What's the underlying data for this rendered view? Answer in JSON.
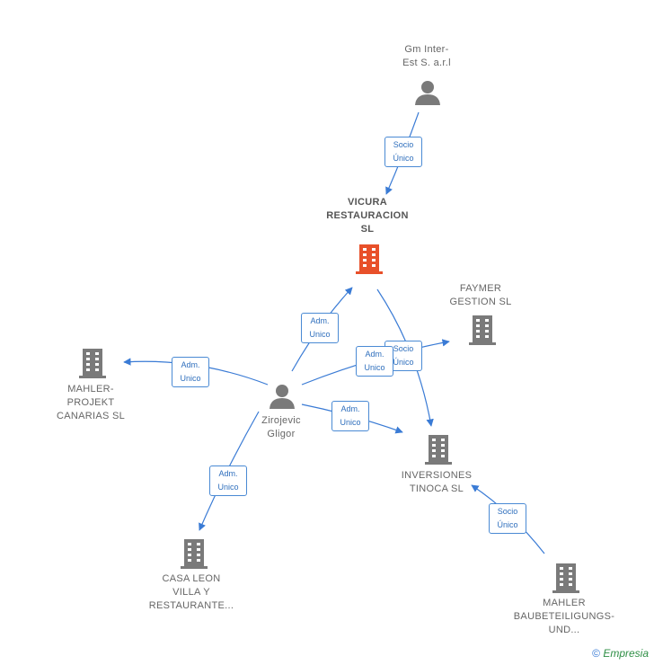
{
  "nodes": {
    "gm_inter": {
      "label_line1": "Gm Inter-",
      "label_line2": "Est S. a.r.l",
      "type": "person"
    },
    "vicura": {
      "label_line1": "VICURA",
      "label_line2": "RESTAURACION",
      "label_line3": "SL",
      "type": "company-highlight"
    },
    "faymer": {
      "label_line1": "FAYMER",
      "label_line2": "GESTION  SL",
      "type": "company"
    },
    "mahler_projekt": {
      "label_line1": "MAHLER-",
      "label_line2": "PROJEKT",
      "label_line3": "CANARIAS SL",
      "type": "company"
    },
    "zirojevic": {
      "label_line1": "Zirojevic",
      "label_line2": "Gligor",
      "type": "person"
    },
    "inversiones": {
      "label_line1": "INVERSIONES",
      "label_line2": "TINOCA SL",
      "type": "company"
    },
    "casa_leon": {
      "label_line1": "CASA LEON",
      "label_line2": "VILLA Y",
      "label_line3": "RESTAURANTE...",
      "type": "company"
    },
    "mahler_baub": {
      "label_line1": "MAHLER",
      "label_line2": "BAUBETEILIGUNGS-",
      "label_line3": "UND...",
      "type": "company"
    }
  },
  "edges": [
    {
      "id": "gm_to_vicura",
      "line1": "Socio",
      "line2": "Único"
    },
    {
      "id": "zir_to_vicura",
      "line1": "Adm.",
      "line2": "Unico"
    },
    {
      "id": "zir_to_faymer",
      "line1": "Adm.",
      "line2": "Unico"
    },
    {
      "id": "vicura_to_inversiones",
      "line1": "Socio",
      "line2": "Único"
    },
    {
      "id": "zir_to_mahler_projekt",
      "line1": "Adm.",
      "line2": "Unico"
    },
    {
      "id": "zir_to_inversiones",
      "line1": "Adm.",
      "line2": "Unico"
    },
    {
      "id": "zir_to_casa_leon",
      "line1": "Adm.",
      "line2": "Unico"
    },
    {
      "id": "mahler_baub_to_inversiones",
      "line1": "Socio",
      "line2": "Único"
    }
  ],
  "colors": {
    "edge": "#3a7bd5",
    "highlight": "#e8502a",
    "icon": "#7a7a7a"
  },
  "footer": {
    "copyright": "©",
    "brand": "Empresia"
  }
}
